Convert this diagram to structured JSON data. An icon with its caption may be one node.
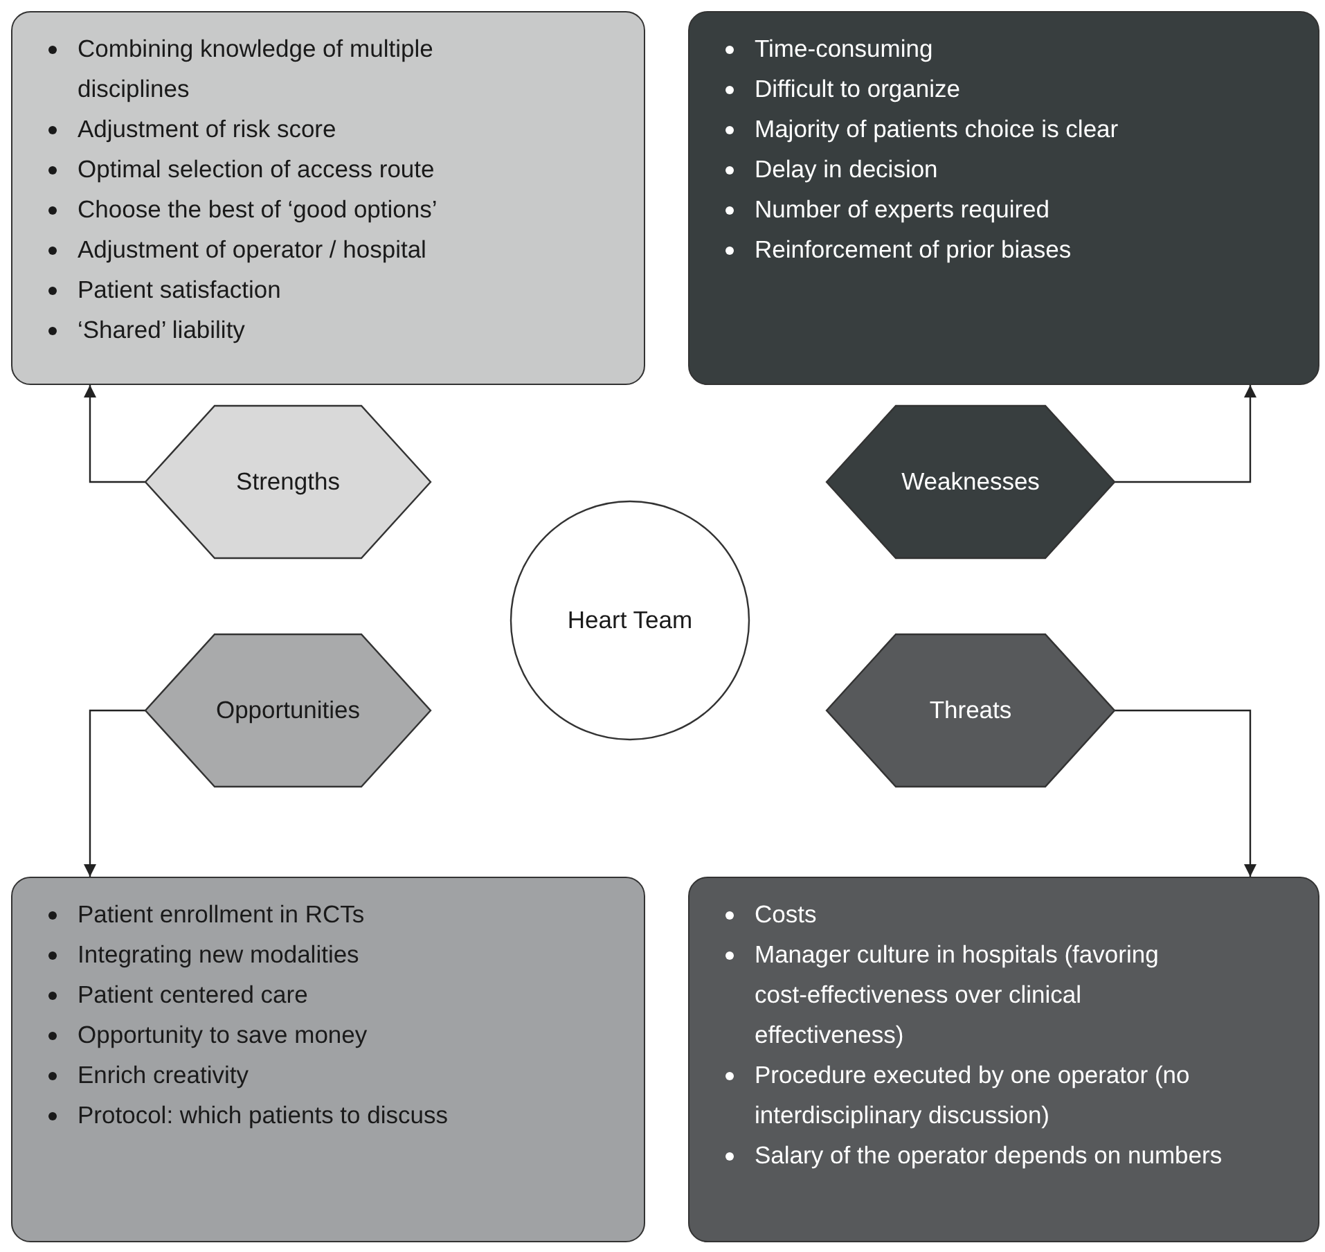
{
  "diagram": {
    "nodes": [
      {
        "text": [
          "Combining knowledge of multiple disciplines",
          "Adjustment of risk score",
          "Optimal selection of access route",
          "Choose the best of ‘good options’",
          "Adjustment of operator / hospital",
          "Patient satisfaction",
          "‘Shared’ liability"
        ]
      },
      {
        "text": [
          "Time-consuming",
          "Difficult to organize",
          "Majority of patients choice is clear",
          "Delay in decision",
          "Number of experts required",
          "Reinforcement of prior biases"
        ]
      },
      {
        "text": [
          "Strengths"
        ]
      },
      {
        "text": [
          "Weaknesses"
        ]
      },
      {
        "text": [
          "Heart Team"
        ]
      },
      {
        "text": [
          "Opportunities"
        ]
      },
      {
        "text": [
          "Threats"
        ]
      },
      {
        "text": [
          "Patient enrollment in RCTs",
          "Integrating new modalities",
          "Patient centered care",
          "Opportunity to save money",
          "Enrich creativity",
          "Protocol: which patients to discuss"
        ]
      },
      {
        "text": [
          "Costs",
          "Manager culture in hospitals (favoring cost-effectiveness over clinical effectiveness)",
          "Procedure executed by one operator (no interdisciplinary discussion)",
          "Salary of the operator depends on numbers"
        ]
      }
    ],
    "edges": [
      {
        "from": 2,
        "to": 0,
        "arrow": "to"
      },
      {
        "from": 3,
        "to": 1,
        "arrow": "to"
      },
      {
        "from": 5,
        "to": 7,
        "arrow": "to"
      },
      {
        "from": 6,
        "to": 8,
        "arrow": "to"
      }
    ]
  }
}
